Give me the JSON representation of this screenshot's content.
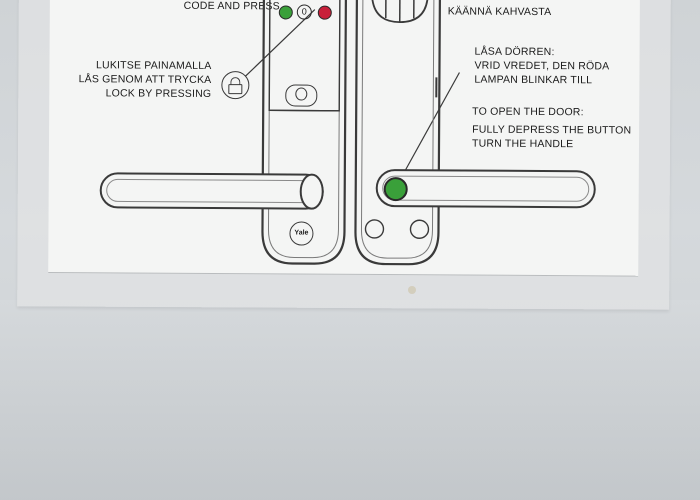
{
  "sign": {
    "top_left_fragment": "CODE AND PRESS",
    "lock_instructions": "LUKITSE PAINAMALLA\nLÅS GENOM ATT TRYCKA\nLOCK BY PRESSING",
    "top_right_fragment": "KÄÄNNÄ KAHVASTA",
    "lock_door_heading": "LÅSA DÖRREN:",
    "lock_door_body": "VRID VREDET, DEN RÖDA\nLAMPAN BLINKAR TILL",
    "open_heading": "TO OPEN THE DOOR:",
    "open_body": "FULLY DEPRESS THE BUTTON\nTURN THE HANDLE",
    "brand": "Yale",
    "keypad_digit": "0"
  },
  "colors": {
    "green_led": "#3aa03a",
    "red_led": "#c8203a",
    "outline": "#3a3a3a"
  },
  "icons": {
    "padlock": "padlock-icon",
    "key_lock": "lock-button-icon"
  }
}
